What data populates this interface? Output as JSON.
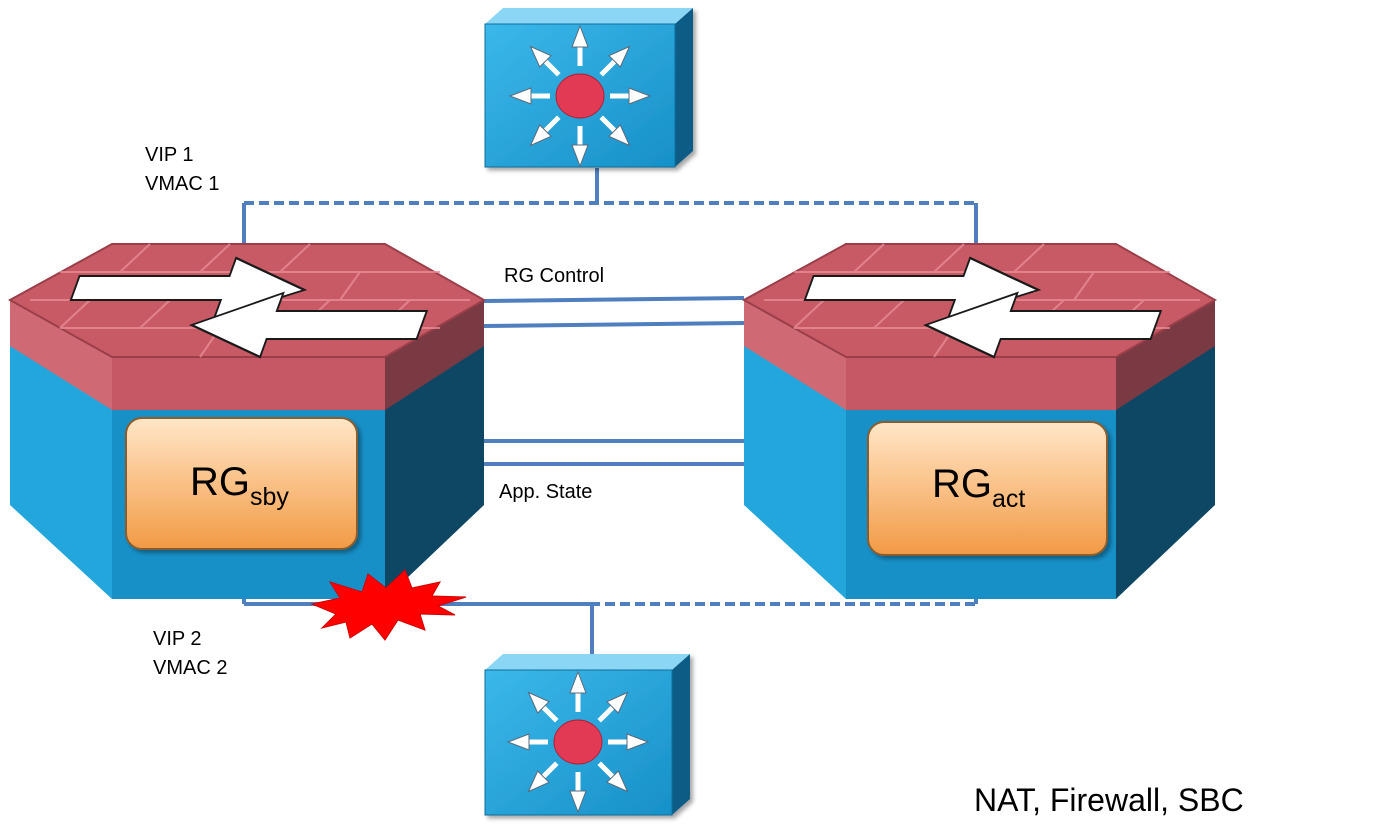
{
  "labels": {
    "vip1": "VIP 1",
    "vmac1": "VMAC 1",
    "vip2": "VIP 2",
    "vmac2": "VMAC 2",
    "rg_control": "RG Control",
    "app_state": "App. State"
  },
  "rg_left": {
    "main": "RG",
    "sub": "sby"
  },
  "rg_right": {
    "main": "RG",
    "sub": "act"
  },
  "footer": "NAT, Firewall, SBC",
  "colors": {
    "router_top": "#c85a66",
    "router_side_light": "#23a6dc",
    "router_side_dark": "#0e4763",
    "switch_face": "#1c9ed6",
    "link": "#4f7fbf",
    "rg_box": "#f7c38b",
    "failure_burst": "#ff0000"
  }
}
